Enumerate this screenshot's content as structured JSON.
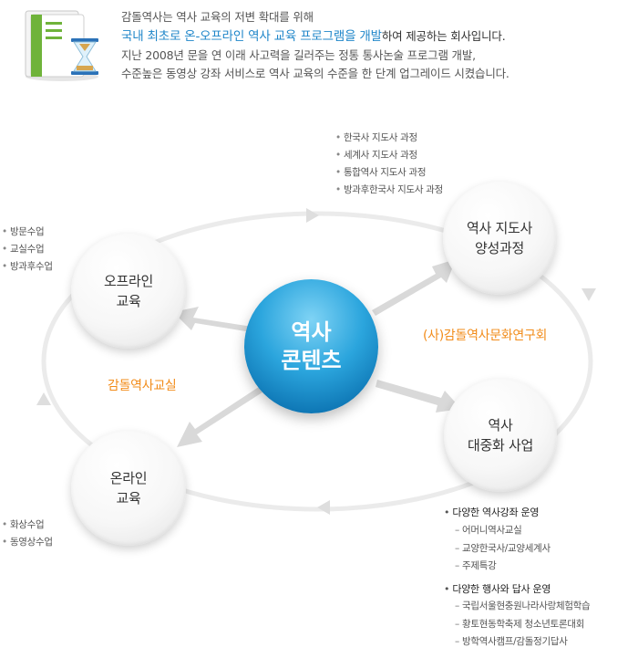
{
  "intro": {
    "line1": "감돌역사는 역사 교육의 저변 확대를 위해",
    "line2_highlight": "국내 최초로 온-오프라인 역사 교육 프로그램을 개발",
    "line2_rest": "하여 제공하는 회사입니다.",
    "line3": "지난 2008년 문을 연 이래 사고력을 길러주는 정통 통사논술 프로그램 개발,",
    "line4": "수준높은 동영상 강좌 서비스로 역사 교육의 수준을 한 단계 업그레이드 시켰습니다."
  },
  "center": {
    "line1": "역사",
    "line2": "콘텐츠"
  },
  "nodes": {
    "offline": {
      "line1": "오프라인",
      "line2": "교육"
    },
    "online": {
      "line1": "온라인",
      "line2": "교육"
    },
    "instructor": {
      "line1": "역사 지도사",
      "line2": "양성과정"
    },
    "popular": {
      "line1": "역사",
      "line2": "대중화 사업"
    }
  },
  "labels": {
    "classroom": "감돌역사교실",
    "institute": "(사)감돌역사문화연구회"
  },
  "offline_items": [
    "방문수업",
    "교실수업",
    "방과후수업"
  ],
  "online_items": [
    "화상수업",
    "동영상수업"
  ],
  "instructor_items": [
    "한국사 지도사 과정",
    "세계사 지도사 과정",
    "통합역사 지도사 과정",
    "방과후한국사 지도사 과정"
  ],
  "popular": {
    "lectures_head": "다양한 역사강좌 운영",
    "lectures": [
      "어머니역사교실",
      "교양한국사/교양세계사",
      "주제특강"
    ],
    "events_head": "다양한 행사와 답사 운영",
    "events": [
      "국립서울현충원나라사랑체험학습",
      "황토현동학축제 청소년토론대회",
      "방학역사캠프/감돌정기답사"
    ]
  },
  "colors": {
    "accent_blue": "#1f86c9",
    "label_orange": "#f28c1a",
    "center_blue": "#1a8fd0"
  }
}
